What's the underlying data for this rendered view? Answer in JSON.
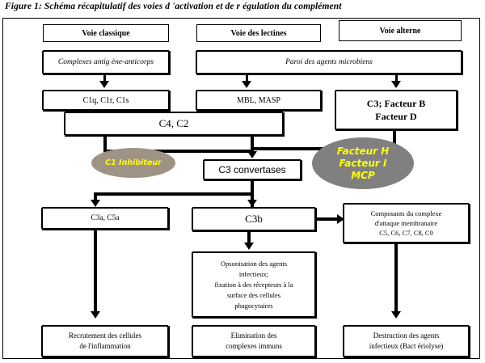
{
  "figure": {
    "title": "Figure 1: Schéma récapitulatif des voies d 'activation et de r égulation du complément"
  },
  "colors": {
    "ellipse_fill": "#808080",
    "ellipse_text": "#ffff00",
    "c1_ellipse_fill": "#9e9384",
    "box_border": "#000000",
    "background": "#ffffff"
  },
  "pathways": {
    "classical": "Voie classique",
    "lectin": "Voie des lectines",
    "alternative": "Voie alterne"
  },
  "initiators": {
    "classical_trigger": "Complexes antig ène-anticorps",
    "microbial_wall": "Paroi des agents microbiens"
  },
  "recognition": {
    "classical_components": "C1q, C1r, C1s",
    "lectin_components": "MBL, MASP",
    "alternative_components_line1": "C3; Facteur B",
    "alternative_components_line2": "Facteur D"
  },
  "amplification": {
    "c4_c2": "C4, C2",
    "c3_convertases": "C3 convertases",
    "c3b": "C3b",
    "c3a_c5a": "C3a, C5a"
  },
  "regulators": {
    "c1_inhibitor": "C1 Inhibiteur",
    "alternative_line1": "Facteur H",
    "alternative_line2": "Facteur I",
    "alternative_line3": "MCP"
  },
  "effectors": {
    "mac_line1": "Composants du complexe",
    "mac_line2": "d'attaque membranaire",
    "mac_line3": "C5, C6, C7, C8, C9",
    "opsonisation_line1": "Opsonisation des agents",
    "opsonisation_line2": "infectieux;",
    "opsonisation_line3": "fixation à des récepteurs à la",
    "opsonisation_line4": "surface des cellules",
    "opsonisation_line5": "phagocytaires"
  },
  "outcomes": {
    "inflammation_line1": "Recrutement des cellules",
    "inflammation_line2": "de l'inflammation",
    "immune_complexes_line1": "Elimination des",
    "immune_complexes_line2": "complexes immuns",
    "bacteriolysis_line1": "Destruction des agents",
    "bacteriolysis_line2": "infectieux (Bact ériolyse)"
  }
}
